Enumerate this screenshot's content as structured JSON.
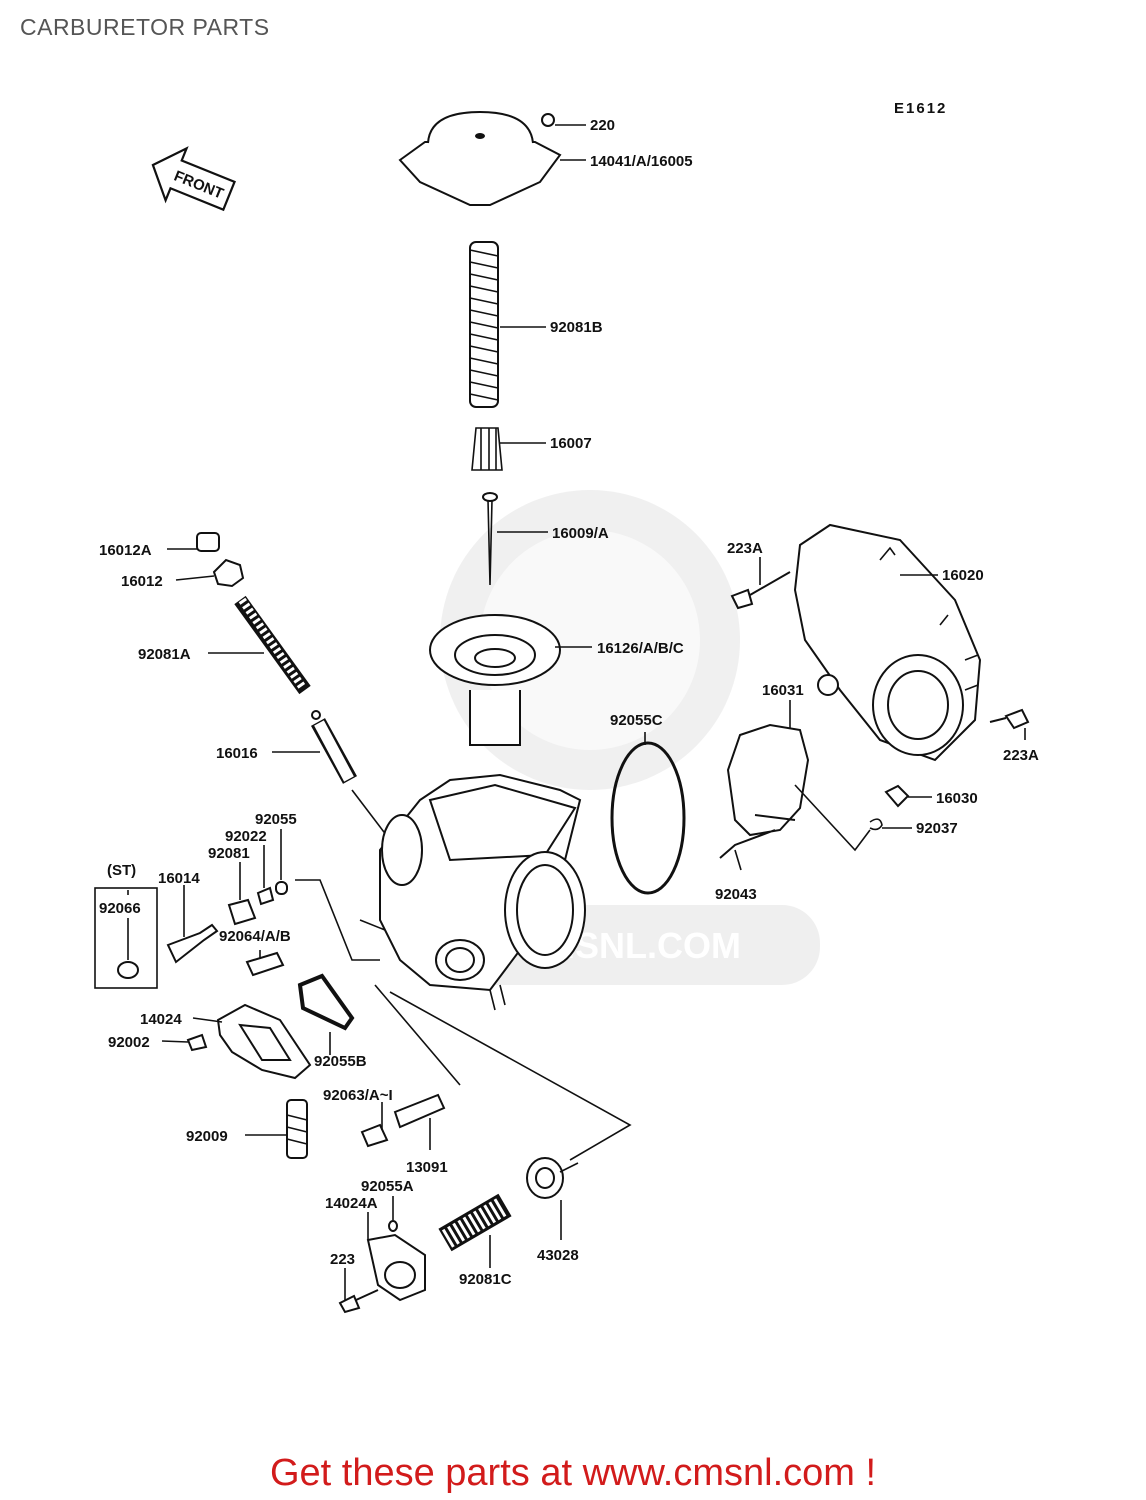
{
  "page": {
    "title": "CARBURETOR PARTS",
    "diagram_code": "E1612",
    "front_arrow_label": "FRONT",
    "watermark_text": "CMSNL.COM",
    "cta": "Get these parts at www.cmsnl.com !"
  },
  "labels": {
    "p220": "220",
    "p14041": "14041/A/16005",
    "p92081b": "92081B",
    "p16007": "16007",
    "p16009": "16009/A",
    "p16012a": "16012A",
    "p16012": "16012",
    "p92081a": "92081A",
    "p16126": "16126/A/B/C",
    "p223a_top": "223A",
    "p16020": "16020",
    "p16031": "16031",
    "p92055c": "92055C",
    "p223a_right": "223A",
    "p16016": "16016",
    "p16030": "16030",
    "p92037": "92037",
    "p92055": "92055",
    "p92022": "92022",
    "p92081": "92081",
    "p16014": "16014",
    "pst": "(ST)",
    "p92066": "92066",
    "p92064": "92064/A/B",
    "p92043": "92043",
    "p14024": "14024",
    "p92002": "92002",
    "p92055b": "92055B",
    "p92063": "92063/A~I",
    "p92009": "92009",
    "p13091": "13091",
    "p92055a": "92055A",
    "p14024a": "14024A",
    "p43028": "43028",
    "p223": "223",
    "p92081c": "92081C"
  }
}
